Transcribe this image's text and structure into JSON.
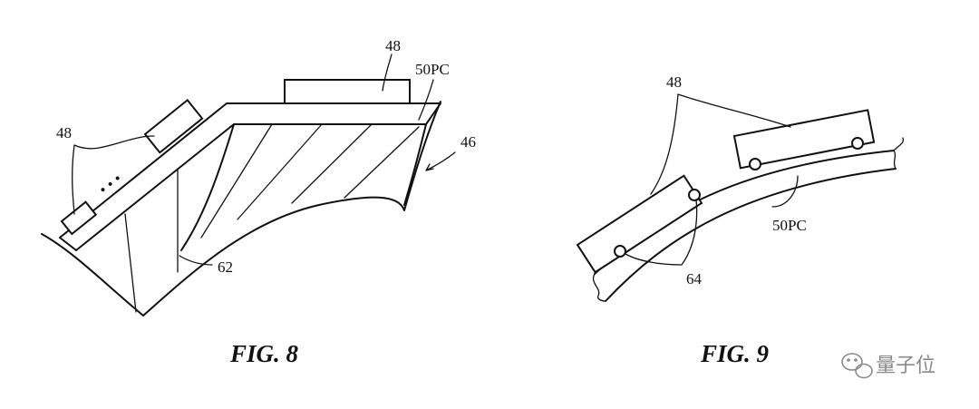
{
  "fig8": {
    "caption": "FIG. 8",
    "label_48_top": "48",
    "label_50pc": "50PC",
    "label_48_left": "48",
    "label_46": "46",
    "label_62": "62",
    "ellipsis": "• • •"
  },
  "fig9": {
    "caption": "FIG. 9",
    "label_48": "48",
    "label_50pc": "50PC",
    "label_64": "64"
  },
  "watermark": {
    "text": "量子位",
    "icon": "wechat-icon"
  }
}
